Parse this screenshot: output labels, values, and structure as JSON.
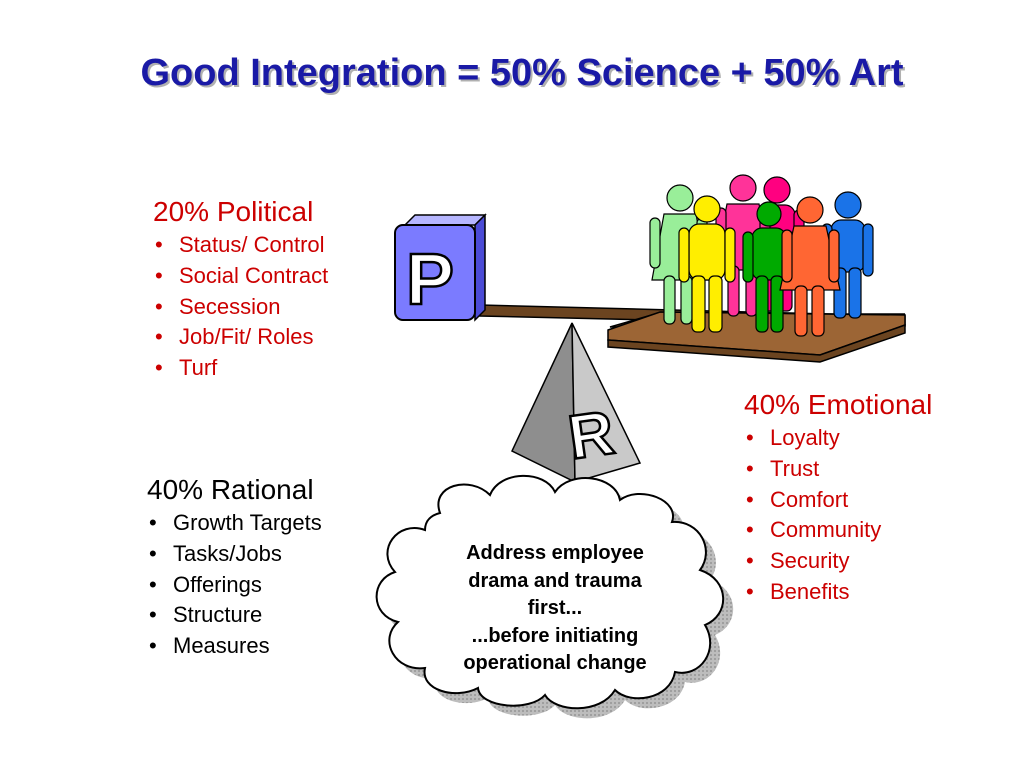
{
  "title": "Good Integration = 50% Science + 50% Art",
  "political": {
    "heading": "20% Political",
    "items": [
      "Status/ Control",
      "Social Contract",
      "Secession",
      "Job/Fit/ Roles",
      "Turf"
    ]
  },
  "rational": {
    "heading": "40% Rational",
    "items": [
      "Growth Targets",
      "Tasks/Jobs",
      "Offerings",
      "Structure",
      "Measures"
    ]
  },
  "emotional": {
    "heading": "40% Emotional",
    "items": [
      "Loyalty",
      "Trust",
      "Comfort",
      "Community",
      "Security",
      "Benefits"
    ]
  },
  "scale": {
    "cube_letter": "P",
    "pyramid_letter": "R"
  },
  "cloud": {
    "lines": [
      "Address employee",
      "drama and trauma",
      "first...",
      "...before initiating",
      "operational change"
    ]
  },
  "colors": {
    "title": "#1a1aa6",
    "accent_red": "#cc0000",
    "cube": "#7b7bff",
    "plank": "#8b5a2b",
    "people": [
      "#99ee99",
      "#ff3399",
      "#ff0080",
      "#1a73e8",
      "#ffee00",
      "#00aa00",
      "#ff6633"
    ]
  }
}
